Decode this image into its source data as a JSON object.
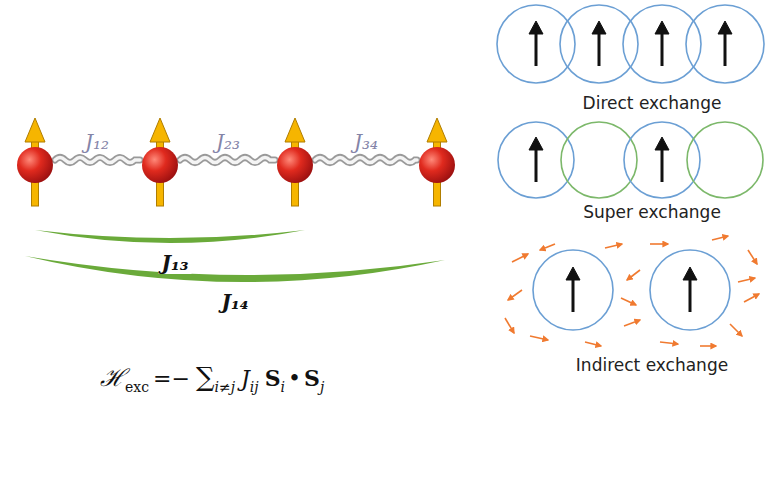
{
  "diagram": {
    "labels": [
      "J₁₂",
      "J₂₃",
      "J₃₄",
      "J₁₃",
      "J₁₄",
      "ℋ",
      "exc",
      "=−",
      "∑",
      "i≠j",
      "J",
      "ij",
      "S",
      "i",
      "•",
      "S",
      "j",
      "Direct exchange",
      "Super exchange",
      "Indirect exchange"
    ]
  }
}
